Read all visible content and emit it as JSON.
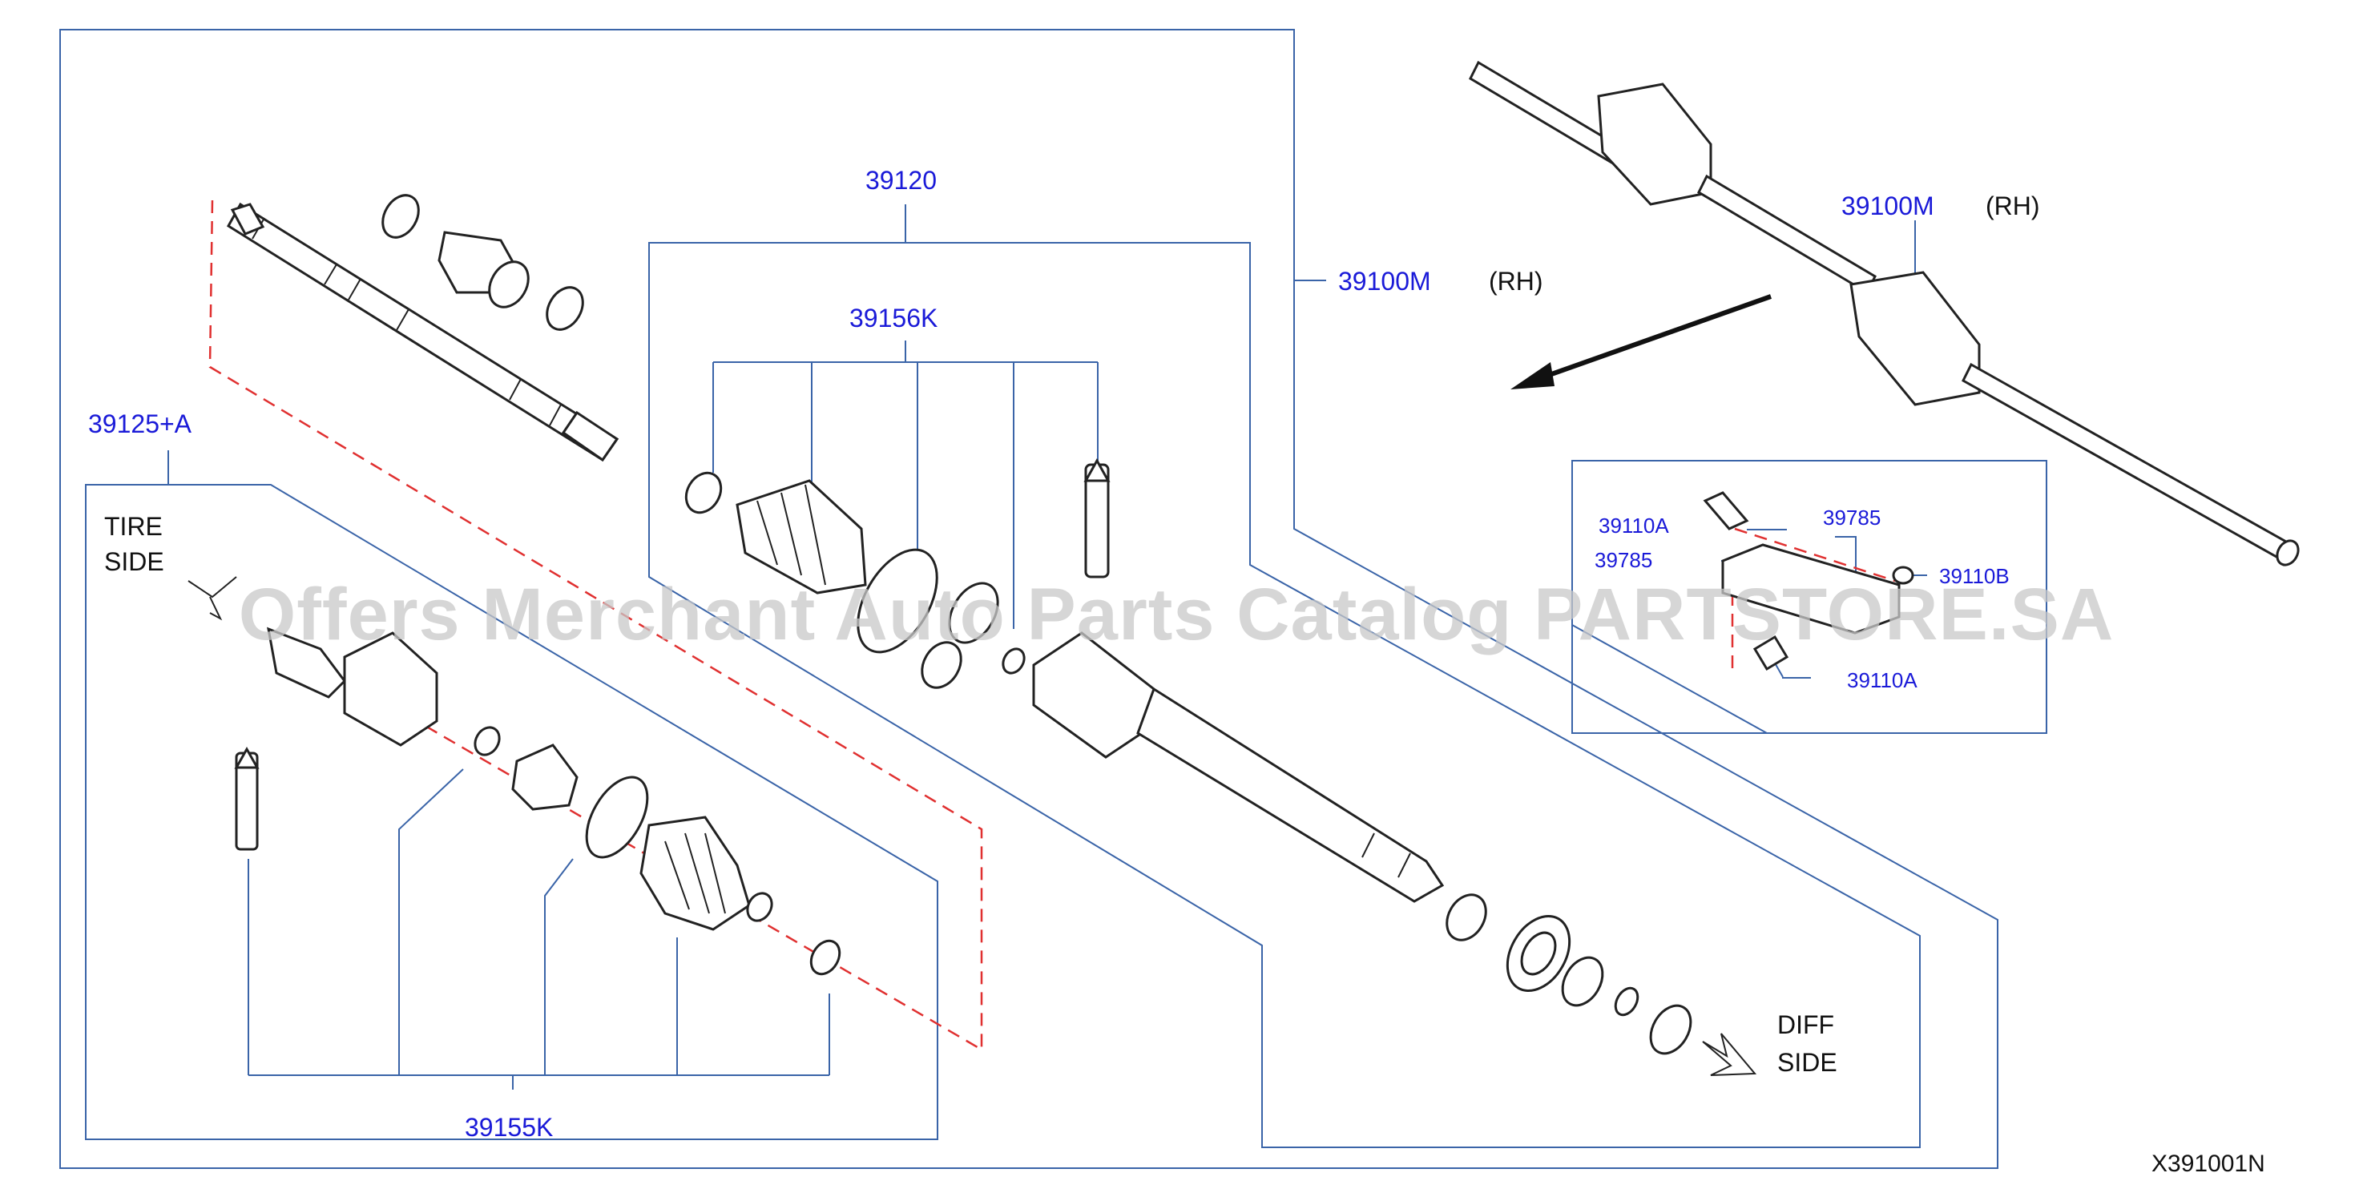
{
  "labels": {
    "assembly_rh_main": "39100M",
    "assembly_rh_main_side": "(RH)",
    "assembly_rh_inset": "39100M",
    "assembly_rh_inset_side": "(RH)",
    "joint_kit_inner": "39120",
    "boot_kit_inner": "39156K",
    "joint_kit_outer": "39125+A",
    "boot_kit_outer": "39155K",
    "bolt_top": "39110A",
    "bolt_bottom": "39110A",
    "bolt_b": "39110B",
    "bracket_right": "39785",
    "bracket_left": "39785",
    "tire_side_line1": "TIRE",
    "tire_side_line2": "SIDE",
    "diff_side_line1": "DIFF",
    "diff_side_line2": "SIDE",
    "diagram_code": "X391001N"
  },
  "watermark": "Offers Merchant Auto Parts Catalog PARTSTORE.SA",
  "colors": {
    "label_blue": "#1a1ad8",
    "frame_blue": "#3a64a8",
    "dashed_red": "#e03030",
    "watermark_gray": "#c9c9c9"
  }
}
